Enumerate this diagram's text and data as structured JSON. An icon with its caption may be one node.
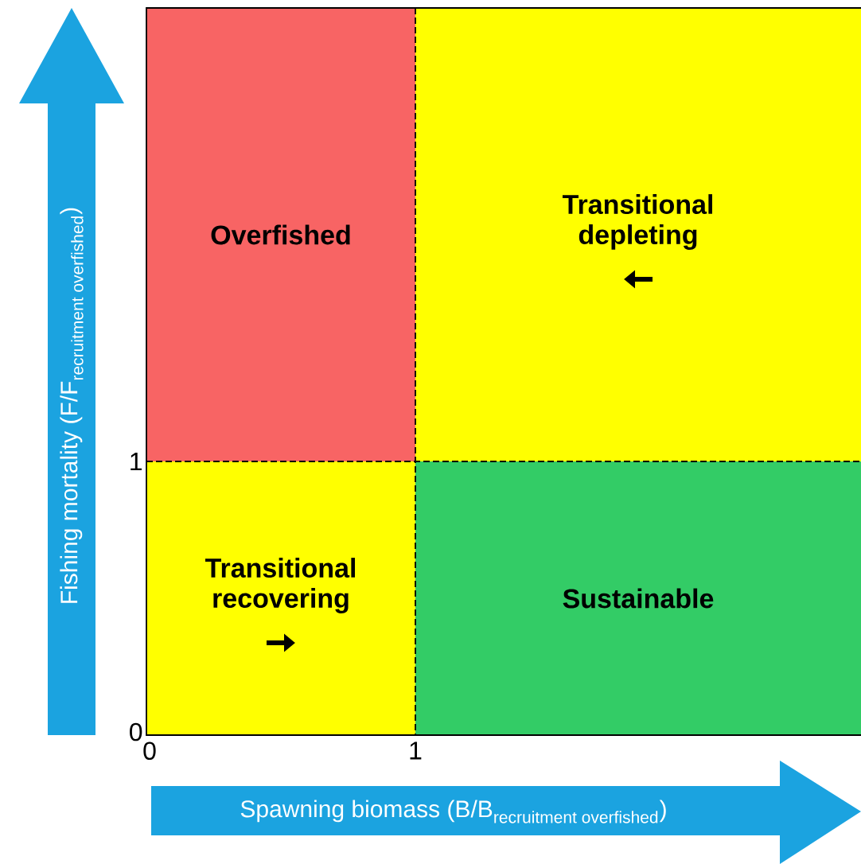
{
  "diagram": {
    "nodes": [
      {
        "text": [
          "Overfished"
        ]
      },
      {
        "text": [
          "Transitional depleting"
        ]
      },
      {
        "text": [
          "Transitional recovering"
        ]
      },
      {
        "text": [
          "Sustainable"
        ]
      }
    ],
    "labels": [
      "\\text{Fishing mortality (F/F}_{\\text{recruitment overfished}}\\text{)}",
      "1",
      "0",
      "0",
      "1",
      "\\text{Spawning biomass (B/B}_{\\text{recruitment overfished}}\\text{)}"
    ]
  }
}
